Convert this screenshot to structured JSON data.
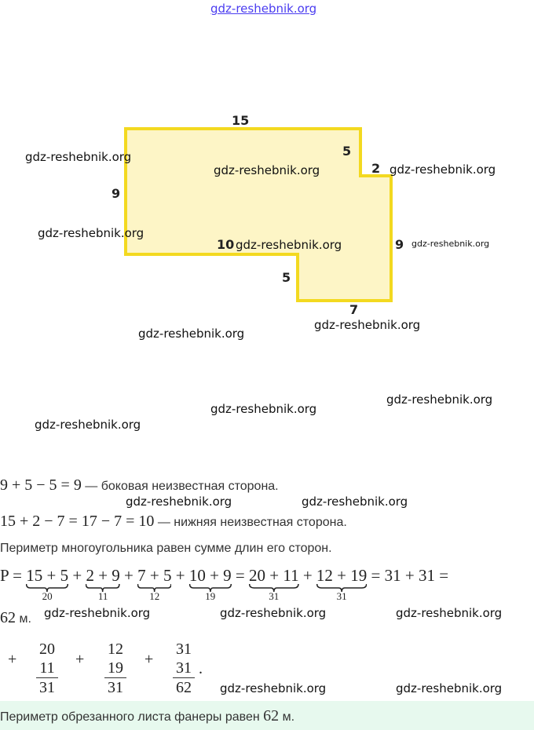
{
  "watermark_top": "gdz-reshebnik.org",
  "watermark": "gdz-reshebnik.org",
  "figure": {
    "fill": "#fdf5c6",
    "stroke": "#f3d920",
    "labels": {
      "top": "15",
      "left": "9",
      "inner_right": "5",
      "step": "2",
      "right": "9",
      "bottom_inner": "10",
      "lower_left": "5",
      "bottom": "7"
    }
  },
  "solution": {
    "line1_math": "9 + 5 − 5 = 9",
    "line1_text": " — боковая неизвестная сторона.",
    "line2_math": "15 + 2 − 7 = 17 − 7 = 10",
    "line2_text": " — нижняя неизвестная сторона.",
    "line3_text": "Периметр многоугольника равен сумме длин его сторон.",
    "perimeter": {
      "start": "P = ",
      "groups": [
        {
          "expr": "15 + 5",
          "sum": "20"
        },
        {
          "expr": "2 + 9",
          "sum": "11"
        },
        {
          "expr": "7 + 5",
          "sum": "12"
        },
        {
          "expr": "10 + 9",
          "sum": "19"
        },
        {
          "expr": "20 + 11",
          "sum": "31"
        },
        {
          "expr": "12 + 19",
          "sum": "31"
        }
      ],
      "plus": " + ",
      "equals": " = ",
      "tail": " = 31 + 31 =",
      "result_num": "62",
      "result_unit": " м."
    },
    "columns": [
      {
        "a": "20",
        "b": "11",
        "sum": "31"
      },
      {
        "a": "12",
        "b": "19",
        "sum": "31"
      },
      {
        "a": "31",
        "b": "31",
        "sum": "62"
      }
    ],
    "plus_sign": "+",
    "period": "."
  },
  "answer": {
    "text": "Периметр обрезанного листа фанеры равен ",
    "num": "62",
    "unit": " м."
  }
}
